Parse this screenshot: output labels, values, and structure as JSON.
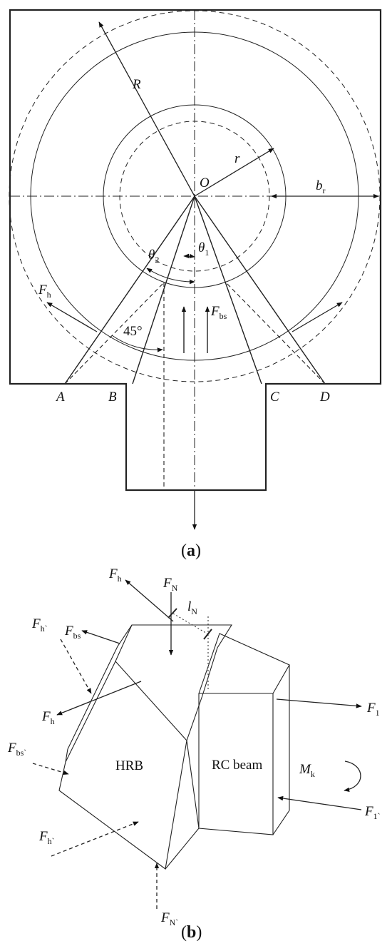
{
  "figure_a": {
    "caption": "a",
    "labels": {
      "R": "R",
      "r": "r",
      "O": "O",
      "b": "b",
      "b_sub": "r",
      "theta": "θ",
      "theta1_sub": "1",
      "theta2_sub": "2",
      "F": "F",
      "h_sub": "h",
      "bs_sub": "bs",
      "angle": "45°",
      "A": "A",
      "B": "B",
      "C": "C",
      "D": "D"
    }
  },
  "figure_b": {
    "caption": "b",
    "labels": {
      "F": "F",
      "h_sub": "h",
      "h_prime_sub": "h`",
      "N_sub": "N",
      "N_prime_sub": "N`",
      "bs_sub": "bs",
      "bs_prime_sub": "bs`",
      "l": "l",
      "lN_sub": "N",
      "one_sub": "1",
      "one_prime_sub": "1`",
      "M": "M",
      "k_sub": "k",
      "HRB": "HRB",
      "RC_beam": "RC beam"
    }
  }
}
